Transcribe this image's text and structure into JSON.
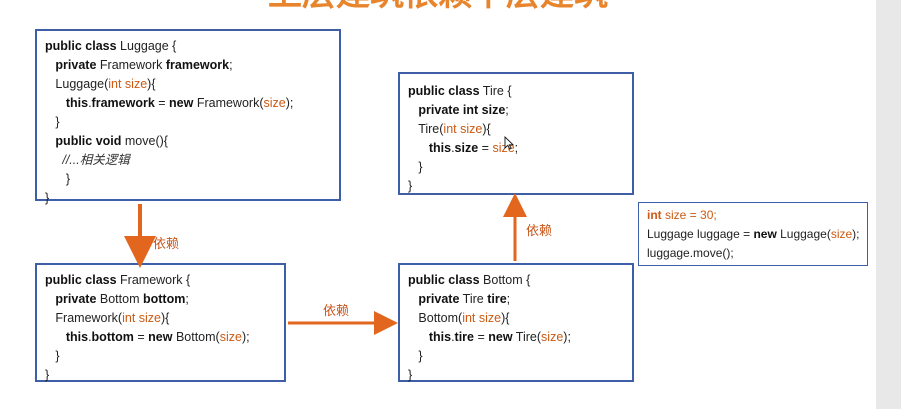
{
  "slide": {
    "title": "上层建筑依赖下层建筑"
  },
  "boxes": {
    "luggage": {
      "lines": [
        [
          {
            "t": "public class",
            "s": "kw"
          },
          {
            "t": " Luggage {",
            "s": ""
          }
        ],
        [
          {
            "t": "   private",
            "s": "kw"
          },
          {
            "t": " Framework ",
            "s": ""
          },
          {
            "t": "framework",
            "s": "kw"
          },
          {
            "t": ";",
            "s": ""
          }
        ],
        [
          {
            "t": "   Luggage(",
            "s": ""
          },
          {
            "t": "int size",
            "s": "hl"
          },
          {
            "t": "){",
            "s": ""
          }
        ],
        [
          {
            "t": "      this",
            "s": "kw"
          },
          {
            "t": ".",
            "s": ""
          },
          {
            "t": "framework",
            "s": "kw"
          },
          {
            "t": " = ",
            "s": ""
          },
          {
            "t": "new",
            "s": "kw"
          },
          {
            "t": " Framework(",
            "s": ""
          },
          {
            "t": "size",
            "s": "hl"
          },
          {
            "t": ");",
            "s": ""
          }
        ],
        [
          {
            "t": "   }",
            "s": ""
          }
        ],
        [
          {
            "t": "   public void",
            "s": "kw"
          },
          {
            "t": " move(){",
            "s": ""
          }
        ],
        [
          {
            "t": "     //...相关逻辑",
            "s": "cm"
          }
        ],
        [
          {
            "t": "      }",
            "s": ""
          }
        ],
        [
          {
            "t": "}",
            "s": ""
          }
        ]
      ]
    },
    "framework": {
      "lines": [
        [
          {
            "t": "public class",
            "s": "kw"
          },
          {
            "t": " Framework {",
            "s": ""
          }
        ],
        [
          {
            "t": "   private",
            "s": "kw"
          },
          {
            "t": " Bottom ",
            "s": ""
          },
          {
            "t": "bottom",
            "s": "kw"
          },
          {
            "t": ";",
            "s": ""
          }
        ],
        [
          {
            "t": "   Framework(",
            "s": ""
          },
          {
            "t": "int size",
            "s": "hl"
          },
          {
            "t": "){",
            "s": ""
          }
        ],
        [
          {
            "t": "      this",
            "s": "kw"
          },
          {
            "t": ".",
            "s": ""
          },
          {
            "t": "bottom",
            "s": "kw"
          },
          {
            "t": " = ",
            "s": ""
          },
          {
            "t": "new",
            "s": "kw"
          },
          {
            "t": " Bottom(",
            "s": ""
          },
          {
            "t": "size",
            "s": "hl"
          },
          {
            "t": ");",
            "s": ""
          }
        ],
        [
          {
            "t": "   }",
            "s": ""
          }
        ],
        [
          {
            "t": "}",
            "s": ""
          }
        ]
      ]
    },
    "tire": {
      "lines": [
        [
          {
            "t": "public class",
            "s": "kw"
          },
          {
            "t": " Tire {",
            "s": ""
          }
        ],
        [
          {
            "t": "   private int",
            "s": "kw"
          },
          {
            "t": " ",
            "s": ""
          },
          {
            "t": "size",
            "s": "kw"
          },
          {
            "t": ";",
            "s": ""
          }
        ],
        [
          {
            "t": "   Tire(",
            "s": ""
          },
          {
            "t": "int size",
            "s": "hl"
          },
          {
            "t": "){",
            "s": ""
          }
        ],
        [
          {
            "t": "      this",
            "s": "kw"
          },
          {
            "t": ".",
            "s": ""
          },
          {
            "t": "size",
            "s": "kw"
          },
          {
            "t": " = ",
            "s": ""
          },
          {
            "t": "size",
            "s": "hl"
          },
          {
            "t": ";",
            "s": ""
          }
        ],
        [
          {
            "t": "   }",
            "s": ""
          }
        ],
        [
          {
            "t": "}",
            "s": ""
          }
        ]
      ]
    },
    "bottom": {
      "lines": [
        [
          {
            "t": "public class",
            "s": "kw"
          },
          {
            "t": " Bottom {",
            "s": ""
          }
        ],
        [
          {
            "t": "   private",
            "s": "kw"
          },
          {
            "t": " Tire ",
            "s": ""
          },
          {
            "t": "tire",
            "s": "kw"
          },
          {
            "t": ";",
            "s": ""
          }
        ],
        [
          {
            "t": "   Bottom(",
            "s": ""
          },
          {
            "t": "int size",
            "s": "hl"
          },
          {
            "t": "){",
            "s": ""
          }
        ],
        [
          {
            "t": "      this",
            "s": "kw"
          },
          {
            "t": ".",
            "s": ""
          },
          {
            "t": "tire",
            "s": "kw"
          },
          {
            "t": " = ",
            "s": ""
          },
          {
            "t": "new",
            "s": "kw"
          },
          {
            "t": " Tire(",
            "s": ""
          },
          {
            "t": "size",
            "s": "hl"
          },
          {
            "t": ");",
            "s": ""
          }
        ],
        [
          {
            "t": "   }",
            "s": ""
          }
        ],
        [
          {
            "t": "}",
            "s": ""
          }
        ]
      ]
    },
    "main": {
      "lines": [
        [
          {
            "t": "int",
            "s": "kwhl"
          },
          {
            "t": " size = 30;",
            "s": "hl"
          }
        ],
        [
          {
            "t": "Luggage luggage = ",
            "s": ""
          },
          {
            "t": "new",
            "s": "kw"
          },
          {
            "t": " Luggage(",
            "s": ""
          },
          {
            "t": "size",
            "s": "hl"
          },
          {
            "t": ");",
            "s": ""
          }
        ],
        [
          {
            "t": "luggage.move();",
            "s": ""
          }
        ]
      ]
    }
  },
  "dependency_labels": {
    "luggage_to_framework": "依赖",
    "framework_to_bottom": "依赖",
    "bottom_to_tire": "依赖"
  },
  "colors": {
    "box_border": "#3e5fa8",
    "arrow": "#e2661e",
    "highlight": "#cc5a13"
  }
}
